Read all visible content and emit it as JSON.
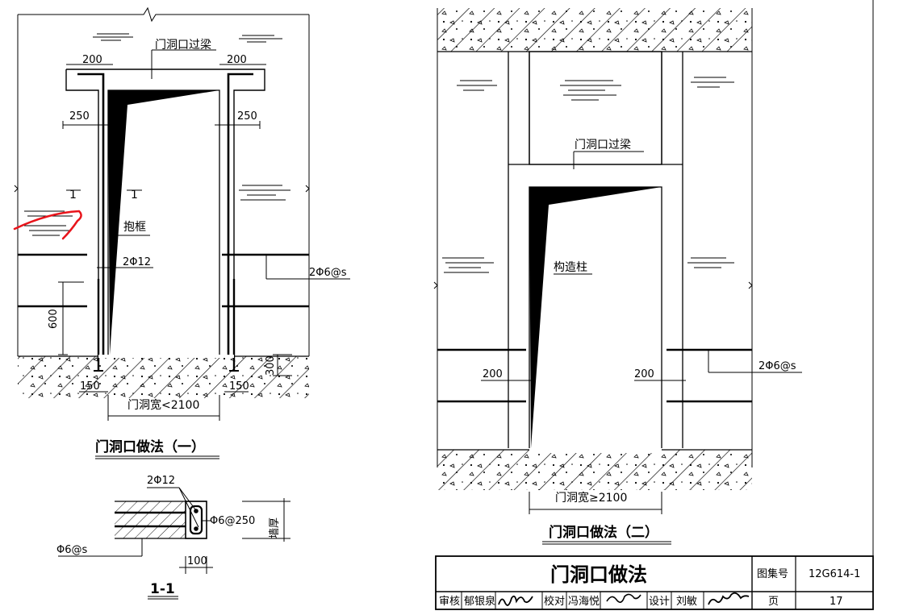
{
  "left_detail": {
    "beam_label": "门洞口过梁",
    "dim_top_left": "200",
    "dim_top_right": "200",
    "dim_250_left": "250",
    "dim_250_right": "250",
    "section_mark_left": "1",
    "section_mark_right": "1",
    "frame_label": "抱框",
    "rebar_label": "2Φ12",
    "tie_label": "2Φ6@s",
    "dim_600": "600",
    "dim_300": "300",
    "dim_150_left": "150",
    "dim_150_right": "150",
    "width_label": "门洞宽<2100",
    "title": "门洞口做法（一）"
  },
  "section_detail": {
    "rebar_label": "2Φ12",
    "stirrup_label": "Φ6@250",
    "wall_label": "墙厚",
    "tie_label": "Φ6@s",
    "dim_100": "100",
    "title": "1-1"
  },
  "right_detail": {
    "beam_label": "门洞口过梁",
    "column_label": "构造柱",
    "dim_200_left": "200",
    "dim_200_right": "200",
    "tie_label": "2Φ6@s",
    "width_label": "门洞宽≥2100",
    "title": "门洞口做法（二）"
  },
  "title_block": {
    "main_title": "门洞口做法",
    "atlas_label": "图集号",
    "atlas_no": "12G614-1",
    "review_label": "审核",
    "reviewer": "郁银泉",
    "check_label": "校对",
    "checker": "冯海悦",
    "design_label": "设计",
    "designer": "刘敏",
    "page_label": "页",
    "page_no": "17"
  }
}
